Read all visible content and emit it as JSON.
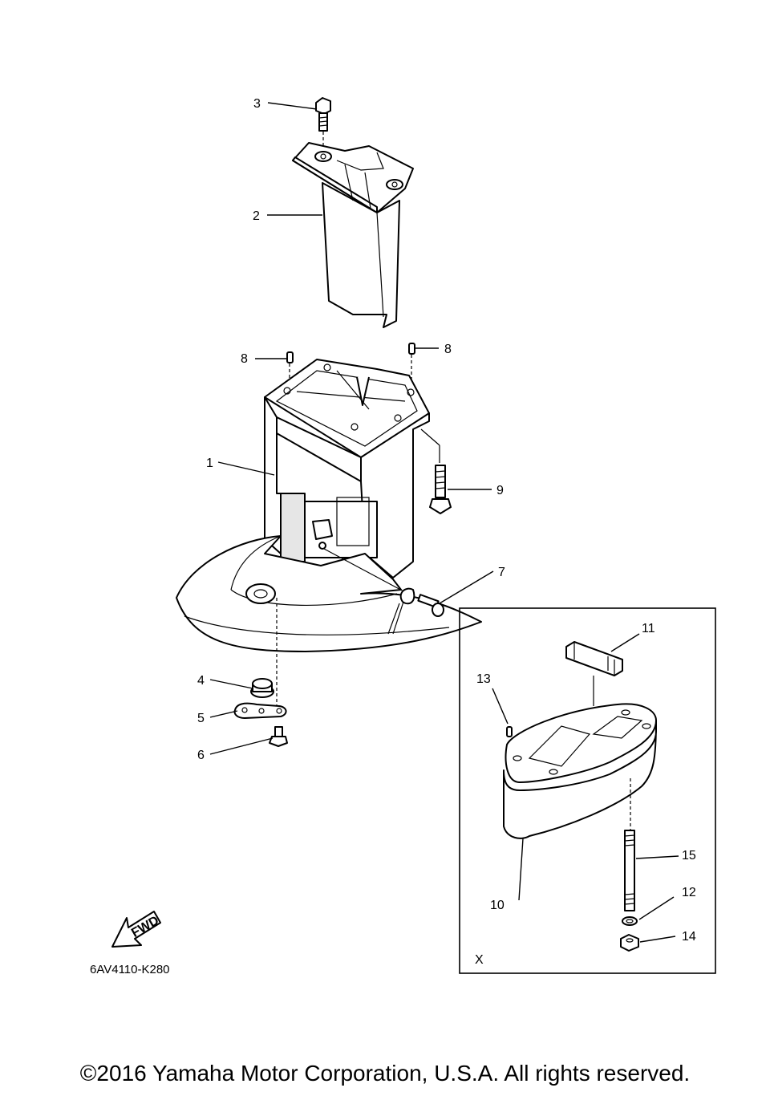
{
  "callouts": [
    "1",
    "2",
    "3",
    "4",
    "5",
    "6",
    "7",
    "8",
    "8",
    "9",
    "10",
    "11",
    "12",
    "13",
    "14",
    "15"
  ],
  "inset_label": "X",
  "fwd_label": "FWD",
  "diagram_code": "6AV4110-K280",
  "copyright": "©2016 Yamaha Motor Corporation, U.S.A. All rights reserved."
}
